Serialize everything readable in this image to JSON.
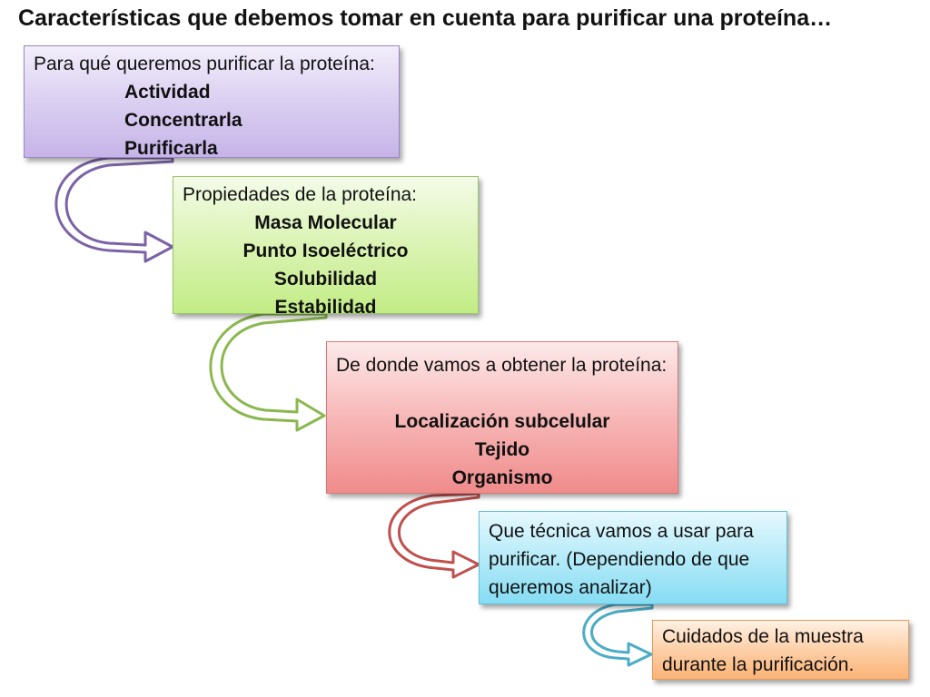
{
  "title": "Características que debemos tomar en cuenta para purificar una proteína…",
  "boxes": {
    "purpose": {
      "heading": "Para qué  queremos purificar la proteína:",
      "items": [
        "Actividad",
        "Concentrarla",
        "Purificarla"
      ]
    },
    "properties": {
      "heading": "Propiedades de la proteína:",
      "items": [
        "Masa Molecular",
        "Punto Isoeléctrico",
        "Solubilidad",
        "Estabilidad"
      ]
    },
    "source": {
      "heading": "De donde vamos a obtener la proteína:",
      "items": [
        "Localización subcelular",
        "Tejido",
        "Organismo"
      ]
    },
    "technique": {
      "lines": [
        "Que técnica vamos a usar para",
        "purificar. (Dependiendo de que",
        "queremos analizar)"
      ]
    },
    "care": {
      "lines": [
        "Cuidados de la muestra",
        "durante la purificación."
      ]
    }
  },
  "colors": {
    "arrow_purple": "#7b62a6",
    "arrow_green": "#8ab84e",
    "arrow_red": "#c0504d",
    "arrow_blue": "#4bacc6"
  }
}
